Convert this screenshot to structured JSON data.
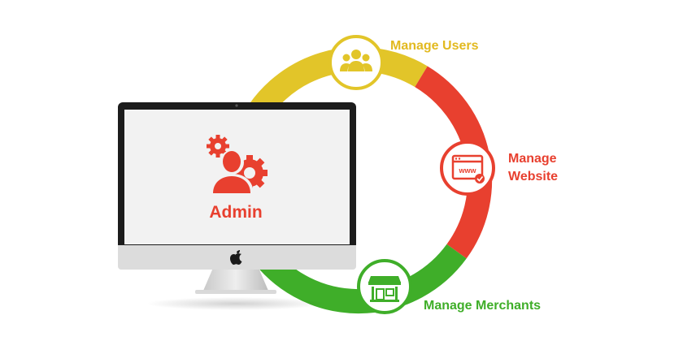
{
  "diagram": {
    "center": {
      "label": "Admin",
      "icon": "admin-gears-icon"
    },
    "nodes": [
      {
        "id": "users",
        "label": "Manage Users",
        "icon": "users-group-icon",
        "color": "#e2b91f"
      },
      {
        "id": "website",
        "label_line1": "Manage",
        "label_line2": "Website",
        "icon": "browser-www-icon",
        "color": "#e8402f"
      },
      {
        "id": "merchants",
        "label": "Manage Merchants",
        "icon": "storefront-icon",
        "color": "#3fae29"
      }
    ],
    "colors": {
      "yellow": "#e2c529",
      "red": "#e8402f",
      "green": "#3fae29",
      "monitor_bezel": "#1c1c1c",
      "screen": "#f2f2f2"
    }
  }
}
